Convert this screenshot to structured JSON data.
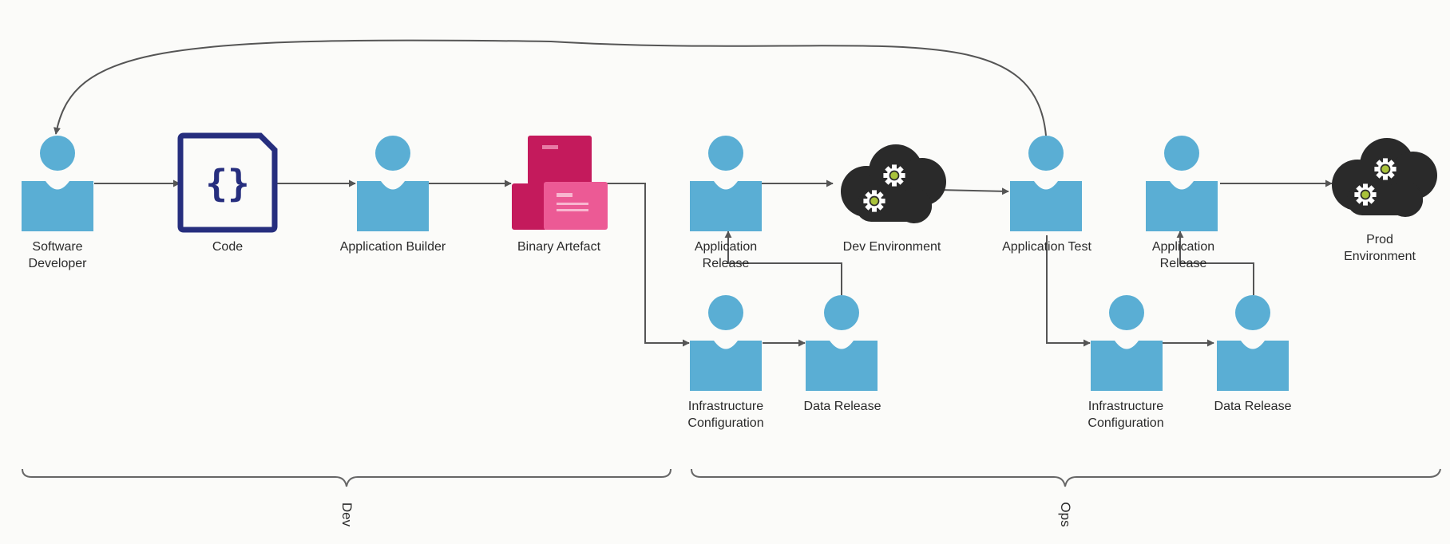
{
  "colors": {
    "person": "#5aaed4",
    "code_border": "#262e7e",
    "box_dark": "#c41a5c",
    "box_light": "#ec5a95",
    "cloud": "#2a2a2a",
    "gear": "#ffffff",
    "gear_center": "#a9c23a",
    "connector": "#555555",
    "brace": "#666666"
  },
  "nodes": {
    "software_developer": "Software\nDeveloper",
    "code": "Code",
    "application_builder": "Application Builder",
    "binary_artefact": "Binary Artefact",
    "app_release_1": "Application\nRelease",
    "dev_environment": "Dev Environment",
    "application_test": "Application Test",
    "app_release_2": "Application\nRelease",
    "prod_environment": "Prod Environment",
    "infra_config_1": "Infrastructure\nConfiguration",
    "data_release_1": "Data Release",
    "infra_config_2": "Infrastructure\nConfiguration",
    "data_release_2": "Data Release"
  },
  "groups": {
    "dev": "Dev",
    "ops": "Ops"
  },
  "icons": {
    "person": "person-icon",
    "code": "code-file-icon",
    "artefact": "box-stack-icon",
    "environment": "cloud-gears-icon"
  }
}
